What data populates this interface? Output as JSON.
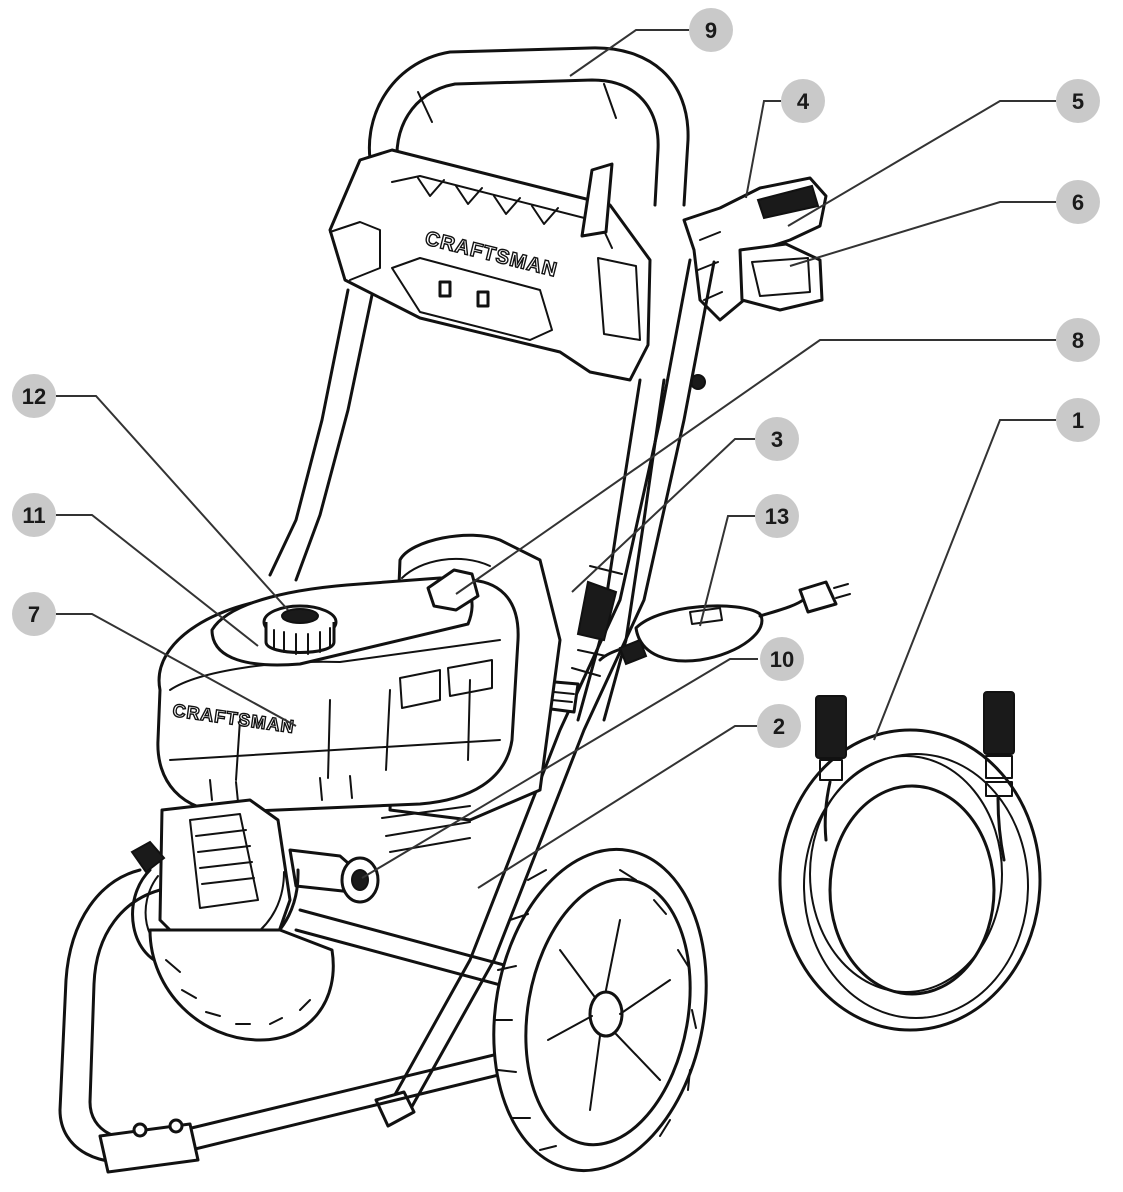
{
  "brand": {
    "handle_logo": "CRAFTSMAN",
    "cover_logo": "CRAFTSMAN"
  },
  "callouts": [
    {
      "label": "1"
    },
    {
      "label": "2"
    },
    {
      "label": "3"
    },
    {
      "label": "4"
    },
    {
      "label": "5"
    },
    {
      "label": "6"
    },
    {
      "label": "7"
    },
    {
      "label": "8"
    },
    {
      "label": "9"
    },
    {
      "label": "10"
    },
    {
      "label": "11"
    },
    {
      "label": "12"
    },
    {
      "label": "13"
    }
  ],
  "colors": {
    "badge_fill": "#c9c9c9",
    "line": "#111111",
    "background": "#ffffff"
  }
}
